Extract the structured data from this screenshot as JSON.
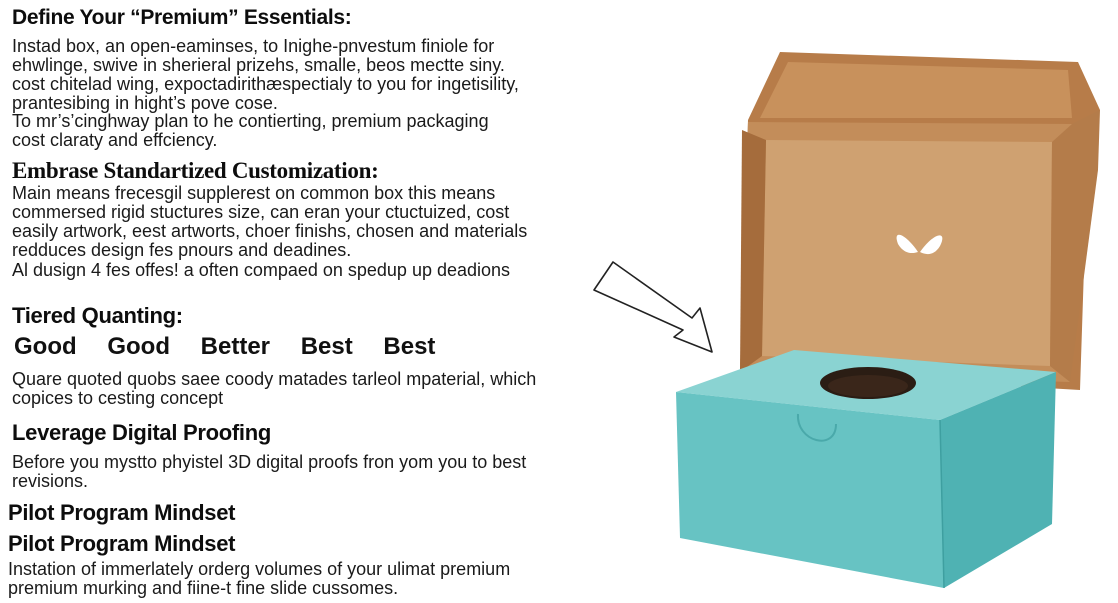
{
  "sections": {
    "s1": {
      "heading": "Define Your “Premium” Essentials:",
      "para1": "Instad box, an open-eaminses, to Inighe-pnvestum finiole for\nehwlinge, swive in sherieral prizehs, smalle, beos mectte siny.\ncost chitelad wing, expoctadirithæspectialy to you for ingetisility,\nprantesibing in hight’s pove cose.",
      "para2": "To mr’s’cinghway plan to he contierting, premium packaging\ncost claraty and effciency."
    },
    "s2": {
      "heading": "Embrase Standartized Customization:",
      "para1": "Main means frecesgil supplerest on common box this means\ncommersed rigid stuctures size, can eran your ctuctuized, cost\neasily artwork, eest artworts, choer finishs, chosen and materials\nredduces design fes pnours and deadines.",
      "para2": "Al dusign 4 fes offes! a often compaed on spedup up deadions"
    },
    "s3": {
      "heading": "Tiered Quanting:",
      "tiers": [
        "Good",
        "Good",
        "Better",
        "Best",
        "Best"
      ],
      "para": "Quare quoted quobs saee coody matades tarleol mpaterial, which\ncopices to cesting concept"
    },
    "s4": {
      "heading": "Leverage Digital Proofing",
      "para": "Before you mystto phyistel 3D digital proofs fron yom you to best\nrevisions."
    },
    "s5": {
      "heading1": "Pilot Program Mindset",
      "heading2": "Pilot Program Mindset",
      "para": "Instation of immerlately orderg volumes of your ulimat premium\npremium murking and fiine-t fine slide cussomes."
    }
  },
  "illustration": {
    "box_color": "#67c3c3",
    "kraft_color": "#c8915c"
  }
}
